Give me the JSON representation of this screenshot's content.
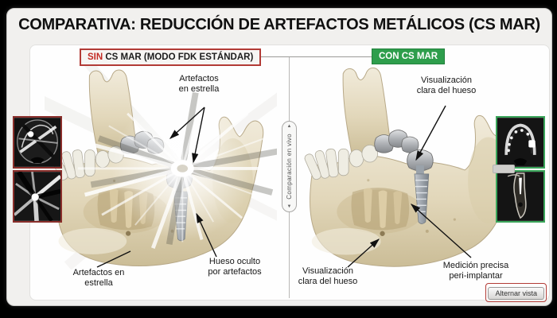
{
  "header": {
    "title": "COMPARATIVA: REDUCCIÓN DE ARTEFACTOS METÁLICOS (CS MAR)"
  },
  "left_panel": {
    "badge_highlight": "SIN",
    "badge_rest": " CS MAR (MODO FDK ESTÁNDAR)",
    "label_star_top_line1": "Artefactos",
    "label_star_top_line2": "en estrella",
    "label_hidden_line1": "Hueso oculto",
    "label_hidden_line2": "por artefactos",
    "label_star_bottom_line1": "Artefactos en",
    "label_star_bottom_line2": "estrella"
  },
  "right_panel": {
    "badge": "CON CS MAR",
    "label_top_line1": "Visualización",
    "label_top_line2": "clara del hueso",
    "label_bottom_line1": "Visualización",
    "label_bottom_line2": "clara del hueso",
    "label_peri_line1": "Medición precisa",
    "label_peri_line2": "peri-implantar"
  },
  "divider": {
    "arrow_up": "▲",
    "label": "Comparación en vivo",
    "arrow_down": "▼"
  },
  "footer": {
    "toggle_button": "Alternar vista"
  },
  "colors": {
    "accent_red": "#b23b36",
    "accent_green": "#2e9e4c"
  }
}
